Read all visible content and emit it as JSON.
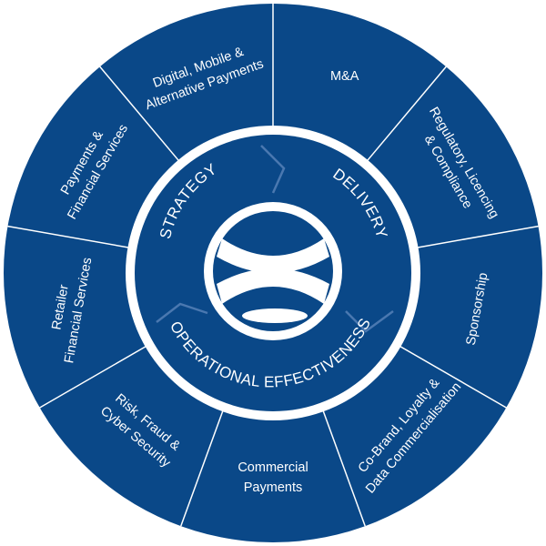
{
  "colors": {
    "primary": "#0a4888",
    "divider": "#ffffff",
    "background": "#ffffff"
  },
  "center": {
    "logo_icon": "stylized-ball-logo-icon",
    "arc_labels": [
      "STRATEGY",
      "DELIVERY",
      "OPERATIONAL EFFECTIVENESS"
    ]
  },
  "segments": [
    {
      "lines": [
        "M&A"
      ]
    },
    {
      "lines": [
        "Regulatory, Licencing",
        "& Compliance"
      ]
    },
    {
      "lines": [
        "Sponsorship"
      ]
    },
    {
      "lines": [
        "Co-Brand, Loyalty &",
        "Data Commercialisation"
      ]
    },
    {
      "lines": [
        "Commercial",
        "Payments"
      ]
    },
    {
      "lines": [
        "Risk, Fraud &",
        "Cyber Security"
      ]
    },
    {
      "lines": [
        "Retailer",
        "Financial Services"
      ]
    },
    {
      "lines": [
        "Payments &",
        "Financial Services"
      ]
    },
    {
      "lines": [
        "Digital, Mobile &",
        "Alternative Payments"
      ]
    }
  ]
}
